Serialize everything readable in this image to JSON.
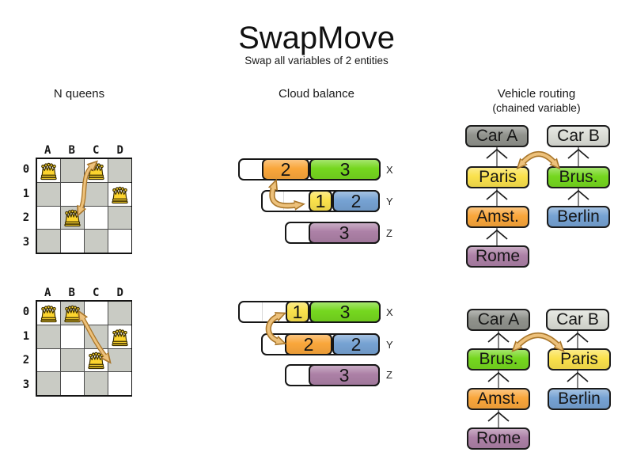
{
  "title": "SwapMove",
  "subtitle": "Swap all variables of 2 entities",
  "sections": {
    "nqueens_heading": "N queens",
    "cloud_heading": "Cloud balance",
    "vehicle_heading_line1": "Vehicle routing",
    "vehicle_heading_line2": "(chained variable)"
  },
  "icons": {
    "queen-icon": "gold-crown",
    "swap-arrow-icon": "tan-double-headed-curved-arrow",
    "chain-link-icon": "upward-chevron-arrow"
  },
  "palette": {
    "orange": "#F9A63B",
    "green": "#75D71F",
    "yellow": "#FAE14C",
    "blue": "#76A2D3",
    "purple": "#AC80A6",
    "car_dark": "#90928C",
    "car_light": "#DBDDD6",
    "cell_gray": "#C9CBC4",
    "arrow_fill": "#EDC17B",
    "arrow_outline": "#A9762A",
    "crown_gold": "#FCD42E"
  },
  "nqueens": {
    "col_labels": [
      "A",
      "B",
      "C",
      "D"
    ],
    "row_labels": [
      "0",
      "1",
      "2",
      "3"
    ],
    "before": {
      "queens": [
        {
          "col": "A",
          "row": "0"
        },
        {
          "col": "C",
          "row": "0"
        },
        {
          "col": "D",
          "row": "1"
        },
        {
          "col": "B",
          "row": "2"
        }
      ],
      "swap": {
        "from": "C0",
        "to": "B2"
      }
    },
    "after": {
      "queens": [
        {
          "col": "A",
          "row": "0"
        },
        {
          "col": "B",
          "row": "0"
        },
        {
          "col": "D",
          "row": "1"
        },
        {
          "col": "C",
          "row": "2"
        }
      ],
      "swap": {
        "from": "B0",
        "to": "C2"
      }
    }
  },
  "cloud": {
    "row_labels": [
      "X",
      "Y",
      "Z"
    ],
    "before": {
      "rows": [
        {
          "label": "X",
          "capacity_units": 6,
          "blocks": [
            {
              "value": 2,
              "color": "orange"
            },
            {
              "value": 3,
              "color": "green"
            }
          ]
        },
        {
          "label": "Y",
          "capacity_units": 5,
          "blocks": [
            {
              "value": 1,
              "color": "yellow"
            },
            {
              "value": 2,
              "color": "blue"
            }
          ]
        },
        {
          "label": "Z",
          "capacity_units": 4,
          "blocks": [
            {
              "value": 3,
              "color": "purple"
            }
          ]
        }
      ],
      "swap": {
        "a": "orange-2-on-X",
        "b": "yellow-1-on-Y"
      }
    },
    "after": {
      "rows": [
        {
          "label": "X",
          "capacity_units": 6,
          "blocks": [
            {
              "value": 1,
              "color": "yellow"
            },
            {
              "value": 3,
              "color": "green"
            }
          ]
        },
        {
          "label": "Y",
          "capacity_units": 5,
          "blocks": [
            {
              "value": 2,
              "color": "orange"
            },
            {
              "value": 2,
              "color": "blue"
            }
          ]
        },
        {
          "label": "Z",
          "capacity_units": 4,
          "blocks": [
            {
              "value": 3,
              "color": "purple"
            }
          ]
        }
      ],
      "swap": {
        "a": "yellow-1-on-X",
        "b": "orange-2-on-Y"
      }
    }
  },
  "vehicle": {
    "before": {
      "chains": [
        {
          "items": [
            {
              "label": "Car A",
              "color": "car_dark"
            },
            {
              "label": "Paris",
              "color": "yellow"
            },
            {
              "label": "Amst.",
              "color": "orange"
            },
            {
              "label": "Rome",
              "color": "purple"
            }
          ]
        },
        {
          "items": [
            {
              "label": "Car B",
              "color": "car_light"
            },
            {
              "label": "Brus.",
              "color": "green"
            },
            {
              "label": "Berlin",
              "color": "blue"
            }
          ]
        }
      ],
      "swap": {
        "a": "Paris",
        "b": "Brus."
      }
    },
    "after": {
      "chains": [
        {
          "items": [
            {
              "label": "Car A",
              "color": "car_dark"
            },
            {
              "label": "Brus.",
              "color": "green"
            },
            {
              "label": "Amst.",
              "color": "orange"
            },
            {
              "label": "Rome",
              "color": "purple"
            }
          ]
        },
        {
          "items": [
            {
              "label": "Car B",
              "color": "car_light"
            },
            {
              "label": "Paris",
              "color": "yellow"
            },
            {
              "label": "Berlin",
              "color": "blue"
            }
          ]
        }
      ],
      "swap": {
        "a": "Brus.",
        "b": "Paris"
      }
    }
  }
}
